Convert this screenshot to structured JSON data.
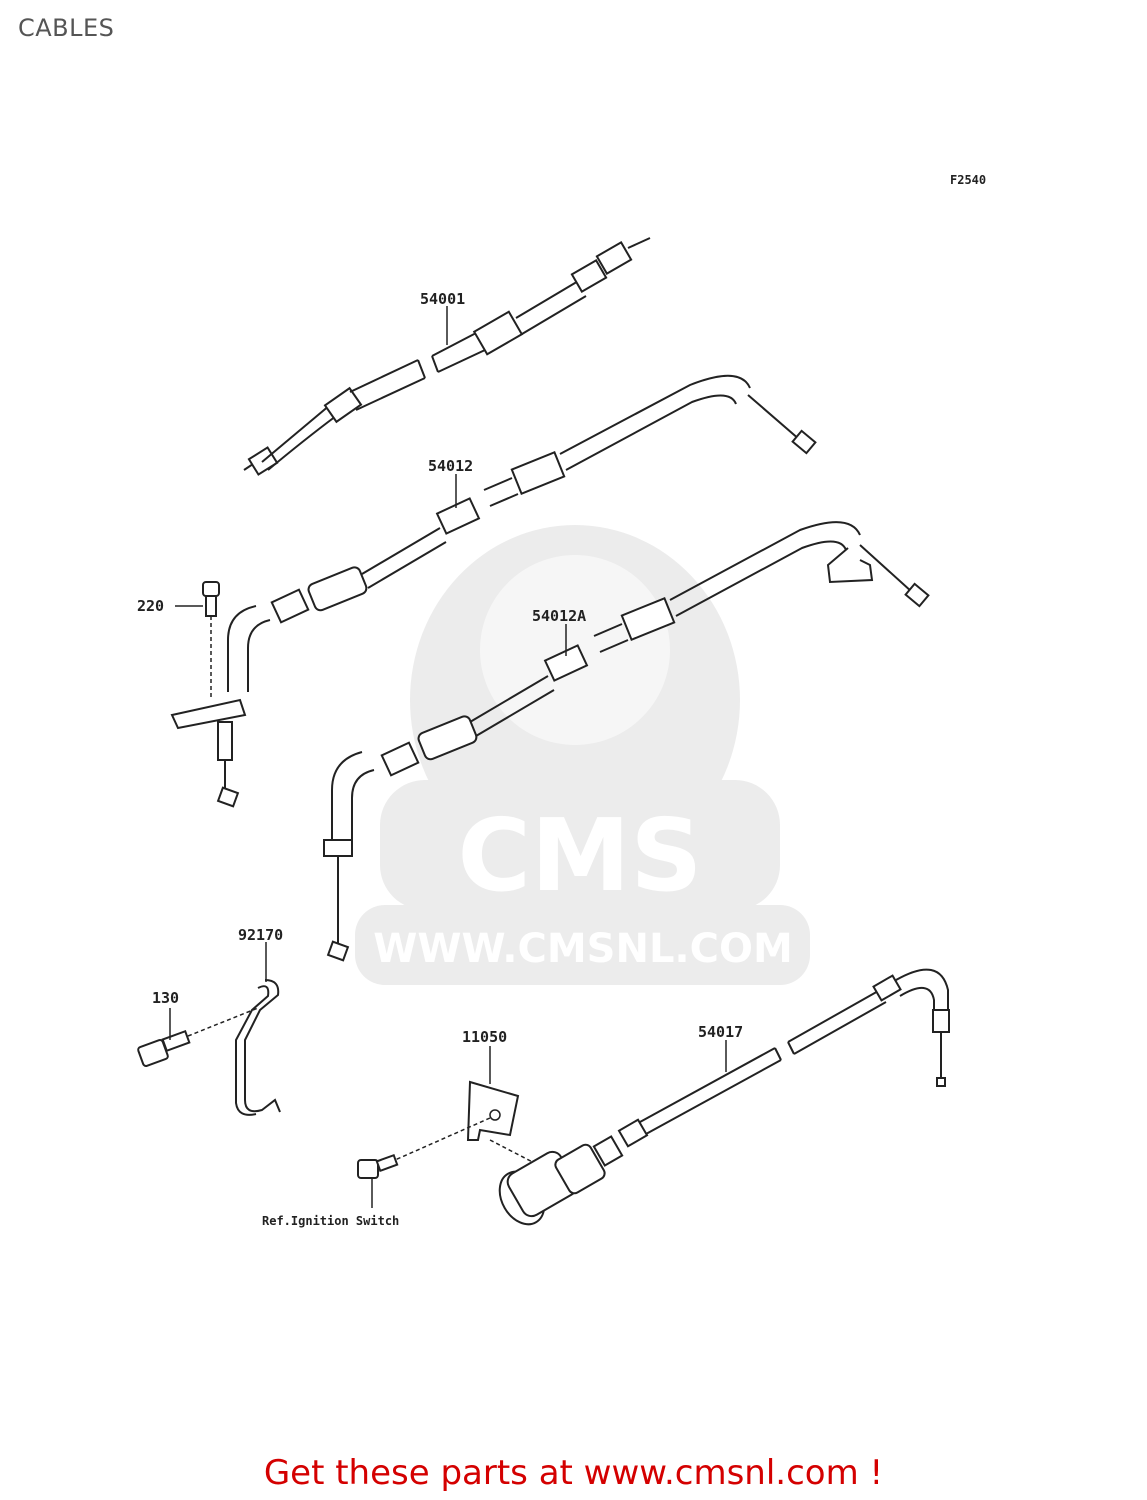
{
  "page": {
    "title": "CABLES",
    "figure_code": "F2540",
    "footer": "Get these parts at www.cmsnl.com !"
  },
  "watermark": {
    "logo": "CMS",
    "url": "WWW.CMSNL.COM"
  },
  "callouts": [
    {
      "id": "54001",
      "label": "54001"
    },
    {
      "id": "54012",
      "label": "54012"
    },
    {
      "id": "220",
      "label": "220"
    },
    {
      "id": "54012A",
      "label": "54012A"
    },
    {
      "id": "92170",
      "label": "92170"
    },
    {
      "id": "130",
      "label": "130"
    },
    {
      "id": "11050",
      "label": "11050"
    },
    {
      "id": "54017",
      "label": "54017"
    },
    {
      "id": "ref",
      "label": "Ref.Ignition Switch"
    }
  ],
  "colors": {
    "title": "#555555",
    "footer": "#d40000",
    "lines": "#222222",
    "watermark": "#ececec"
  }
}
